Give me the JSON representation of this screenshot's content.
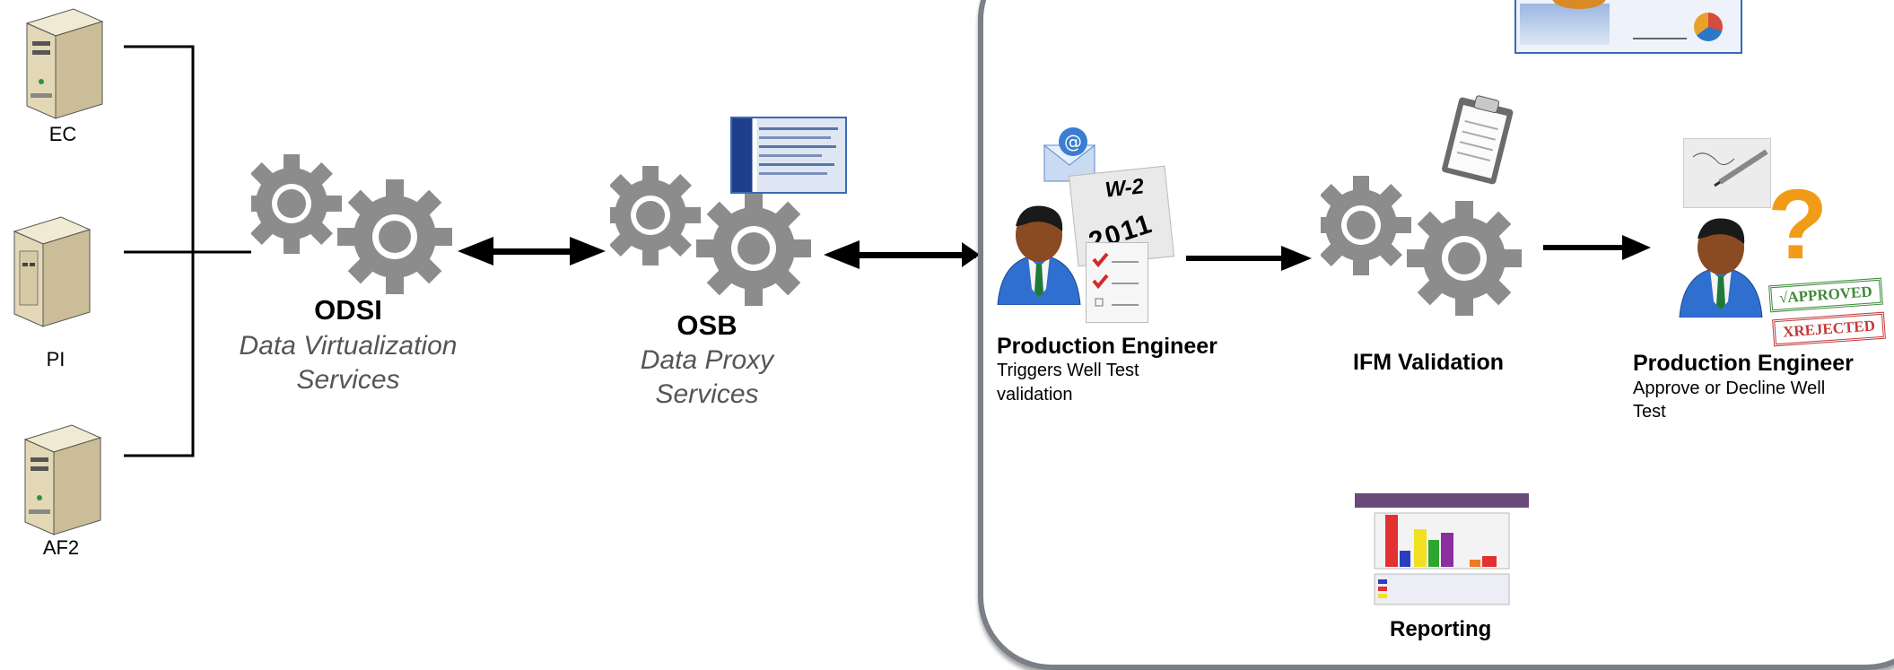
{
  "servers": [
    {
      "label": "EC",
      "icon": "server-tower-icon"
    },
    {
      "label": "PI",
      "icon": "server-tower-icon"
    },
    {
      "label": "AF2",
      "icon": "server-tower-icon"
    }
  ],
  "odsi": {
    "title": "ODSI",
    "subtitle_line1": "Data Virtualization",
    "subtitle_line2": "Services",
    "icon": "gears-icon"
  },
  "osb": {
    "title": "OSB",
    "subtitle_line1": "Data Proxy",
    "subtitle_line2": "Services",
    "icon": "gears-icon"
  },
  "workflow": {
    "step1": {
      "title": "Production Engineer",
      "desc_line1": "Triggers Well Test",
      "desc_line2": "validation"
    },
    "step2": {
      "title": "IFM Validation"
    },
    "step3": {
      "title": "Production Engineer",
      "desc_line1": "Approve or Decline Well",
      "desc_line2": "Test"
    },
    "reporting": {
      "title": "Reporting"
    }
  },
  "stamps": {
    "approved": "√APPROVED",
    "rejected": "XREJECTED",
    "question": "?"
  },
  "w2": {
    "line1": "W-2",
    "line2": "2011"
  },
  "colors": {
    "gear": "#8a8a8a",
    "panel_border": "#7b7f87",
    "person_shirt": "#2f6fd0",
    "question": "#f29b16",
    "approved": "#3f8a3a",
    "rejected": "#c23a3a"
  }
}
